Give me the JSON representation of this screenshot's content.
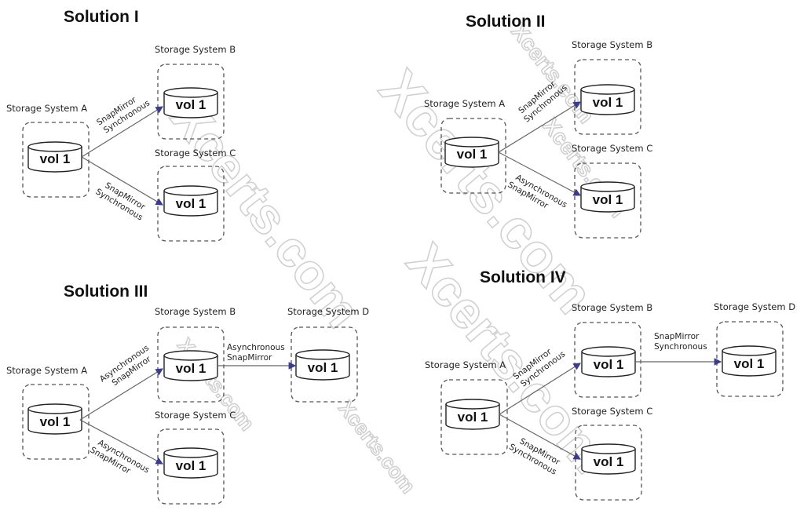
{
  "solutions": [
    {
      "title": "Solution I",
      "systems": {
        "A": "Storage  System A",
        "B": "Storage System B",
        "C": "Storage System C"
      },
      "volume": "vol 1",
      "links": [
        {
          "from": "A",
          "to": "B",
          "line1": "SnapMirror",
          "line2": "Synchronous"
        },
        {
          "from": "A",
          "to": "C",
          "line1": "SnapMirror",
          "line2": "Synchronous"
        }
      ]
    },
    {
      "title": "Solution II",
      "systems": {
        "A": "Storage  System A",
        "B": "Storage System B",
        "C": "Storage System C"
      },
      "volume": "vol 1",
      "links": [
        {
          "from": "A",
          "to": "B",
          "line1": "SnapMirror",
          "line2": "Synchronous"
        },
        {
          "from": "A",
          "to": "C",
          "line1": "Asynchronous",
          "line2": "SnapMirror"
        }
      ]
    },
    {
      "title": "Solution III",
      "systems": {
        "A": "Storage  System A",
        "B": "Storage System B",
        "C": "Storage System C",
        "D": "Storage System D"
      },
      "volume": "vol 1",
      "links": [
        {
          "from": "A",
          "to": "B",
          "line1": "Asynchronous",
          "line2": "SnapMirror"
        },
        {
          "from": "A",
          "to": "C",
          "line1": "Asynchronous",
          "line2": "SnapMirror"
        },
        {
          "from": "B",
          "to": "D",
          "line1": "Asynchronous",
          "line2": "SnapMirror"
        }
      ]
    },
    {
      "title": "Solution IV",
      "systems": {
        "A": "Storage  System A",
        "B": "Storage System B",
        "C": "Storage System C",
        "D": "Storage System D"
      },
      "volume": "vol 1",
      "links": [
        {
          "from": "A",
          "to": "B",
          "line1": "SnapMirror",
          "line2": "Synchronous"
        },
        {
          "from": "A",
          "to": "C",
          "line1": "SnapMirror",
          "line2": "Synchronous"
        },
        {
          "from": "B",
          "to": "D",
          "line1": "SnapMirror",
          "line2": "Synchronous"
        }
      ]
    }
  ],
  "watermark": "Xcerts.com",
  "colors": {
    "arrow": "#3b3b8f",
    "line": "#666666",
    "box": "#555555"
  }
}
